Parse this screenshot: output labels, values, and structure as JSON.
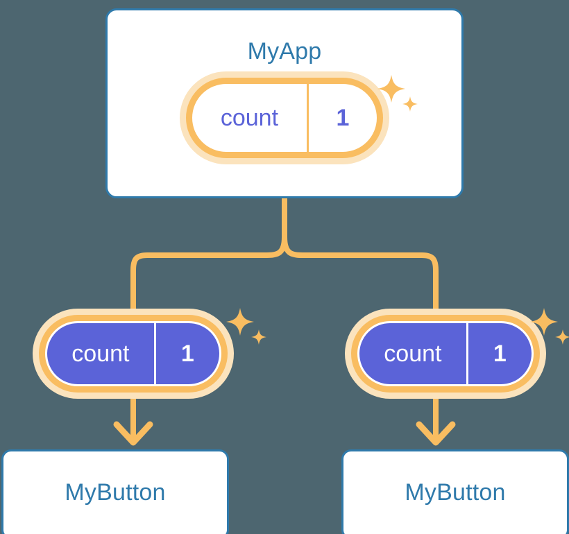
{
  "theme": {
    "background": "#4d6670",
    "card_fill": "#ffffff",
    "card_border": "#2f7aab",
    "title_text": "#2f7aab",
    "pill_ring": "#f9bd61",
    "pill_halo": "#fbe3bd",
    "pill_solid_fill": "#5b63d8",
    "pill_light_text": "#5b63d8",
    "pill_solid_text": "#ffffff",
    "connector": "#f9bd61",
    "sparkle": "#f9bd61"
  },
  "diagram": {
    "type": "component-tree",
    "root": {
      "name": "card-myapp",
      "title": "MyApp",
      "state": {
        "key": "count",
        "value": "1",
        "style": "light"
      },
      "sparkle": "sparkle-icon"
    },
    "children": [
      {
        "name": "branch-left",
        "state": {
          "key": "count",
          "value": "1",
          "style": "solid"
        },
        "sparkle": "sparkle-icon",
        "title": "MyButton"
      },
      {
        "name": "branch-right",
        "state": {
          "key": "count",
          "value": "1",
          "style": "solid"
        },
        "sparkle": "sparkle-icon",
        "title": "MyButton"
      }
    ],
    "connectors": [
      {
        "name": "stem",
        "from": "card-myapp",
        "to": "split-point",
        "shape": "vertical-line"
      },
      {
        "name": "branch-left-wire",
        "from": "split-point",
        "to": "pill-left",
        "shape": "elbow"
      },
      {
        "name": "branch-right-wire",
        "from": "split-point",
        "to": "pill-right",
        "shape": "elbow"
      },
      {
        "name": "arrow-left",
        "from": "pill-left",
        "to": "card-button-left",
        "shape": "arrow-down"
      },
      {
        "name": "arrow-right",
        "from": "pill-right",
        "to": "card-button-right",
        "shape": "arrow-down"
      }
    ]
  }
}
